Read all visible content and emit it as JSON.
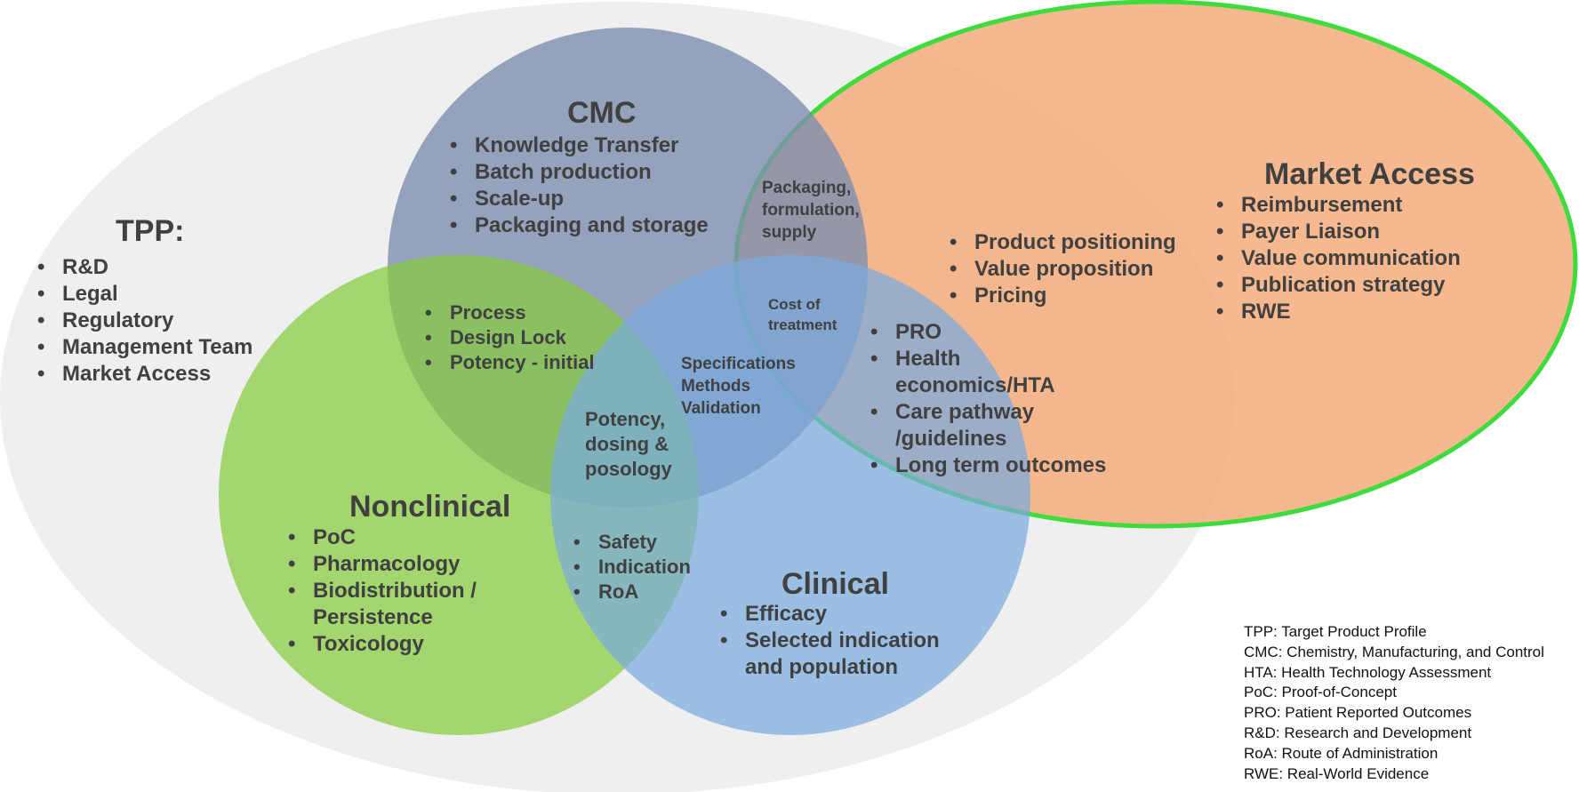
{
  "colors": {
    "tpp_fill": "#efefef",
    "cmc_fill": "#7d8faf",
    "nonclinical_fill": "#86cc3e",
    "clinical_fill": "#7aaade",
    "market_fill": "#f4ab7a",
    "market_stroke": "#3ddc3c",
    "text": "#404040"
  },
  "tpp": {
    "title": "TPP:",
    "items": [
      "R&D",
      "Legal",
      "Regulatory",
      "Management Team",
      "Market Access"
    ]
  },
  "cmc": {
    "title": "CMC",
    "items": [
      "Knowledge Transfer",
      "Batch production",
      "Scale-up",
      "Packaging and storage"
    ]
  },
  "market_access": {
    "title": "Market Access",
    "items": [
      "Reimbursement",
      "Payer Liaison",
      "Value communication",
      "Publication strategy",
      "RWE"
    ]
  },
  "nonclinical": {
    "title": "Nonclinical",
    "items": [
      "PoC",
      "Pharmacology",
      "Biodistribution /",
      "Persistence",
      "Toxicology"
    ]
  },
  "clinical": {
    "title": "Clinical",
    "items": [
      "Efficacy",
      "Selected indication",
      "and population"
    ]
  },
  "overlaps": {
    "cmc_market": [
      "Packaging,",
      "formulation,",
      "supply"
    ],
    "cmc_nonclinical": [
      "Process",
      "Design Lock",
      "Potency - initial"
    ],
    "cmc_clinical_market": [
      "Cost of",
      "treatment"
    ],
    "cmc_clinical": [
      "Specifications",
      "Methods",
      "Validation"
    ],
    "center": [
      "Potency,",
      "dosing &",
      "posology"
    ],
    "nonclinical_clinical": [
      "Safety",
      "Indication",
      "RoA"
    ],
    "tpp_market": [
      "Product positioning",
      "Value proposition",
      "Pricing"
    ],
    "clinical_market": [
      "PRO",
      "Health",
      "economics/HTA",
      "Care pathway",
      "/guidelines",
      "Long term outcomes"
    ]
  },
  "legend": [
    "TPP: Target Product Profile",
    "CMC: Chemistry, Manufacturing, and Control",
    "HTA: Health Technology Assessment",
    "PoC: Proof-of-Concept",
    "PRO: Patient Reported Outcomes",
    "R&D: Research and Development",
    "RoA: Route of Administration",
    "RWE: Real-World Evidence"
  ]
}
